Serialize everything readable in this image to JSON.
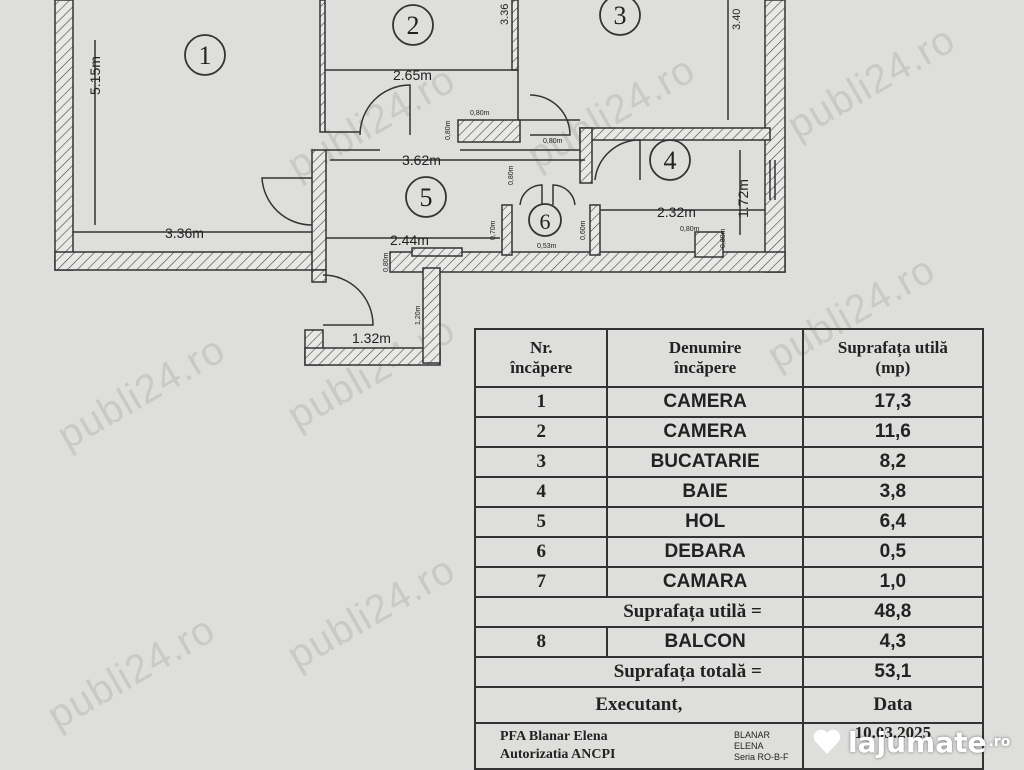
{
  "watermark": "publi24.ro",
  "rooms": [
    {
      "num": "1"
    },
    {
      "num": "2"
    },
    {
      "num": "3"
    },
    {
      "num": "4"
    },
    {
      "num": "5"
    },
    {
      "num": "6"
    }
  ],
  "dimensions": {
    "d515": "5.15m",
    "d336t": "3.36",
    "d340": "3.40",
    "d265": "2.65m",
    "d362": "3.62m",
    "d336": "3.36m",
    "d244": "2.44m",
    "d232": "2.32m",
    "d172": "1.72m",
    "d132": "1.32m",
    "d080a": "0,80m",
    "d080b": "0,80m",
    "d080c": "0,80m",
    "d080d": "0,80m",
    "d070": "0,70m",
    "d060": "0,60m",
    "d120": "1,20m",
    "d080e": "0,80m",
    "d080f": "0,80m",
    "d053": "0,53m",
    "d080g": "0,80m"
  },
  "table": {
    "headers": {
      "nr_1": "Nr.",
      "nr_2": "încăpere",
      "den_1": "Denumire",
      "den_2": "încăpere",
      "sup_1": "Suprafața utilă",
      "sup_2": "(mp)"
    },
    "rows": [
      {
        "nr": "1",
        "name": "CAMERA",
        "area": "17,3"
      },
      {
        "nr": "2",
        "name": "CAMERA",
        "area": "11,6"
      },
      {
        "nr": "3",
        "name": "BUCATARIE",
        "area": "8,2"
      },
      {
        "nr": "4",
        "name": "BAIE",
        "area": "3,8"
      },
      {
        "nr": "5",
        "name": "HOL",
        "area": "6,4"
      },
      {
        "nr": "6",
        "name": "DEBARA",
        "area": "0,5"
      },
      {
        "nr": "7",
        "name": "CAMARA",
        "area": "1,0"
      }
    ],
    "useful_label": "Suprafața utilă =",
    "useful_value": "48,8",
    "balcony": {
      "nr": "8",
      "name": "BALCON",
      "area": "4,3"
    },
    "total_label": "Suprafața totală =",
    "total_value": "53,1",
    "executant_label": "Executant,",
    "date_label": "Data",
    "executant_1": "PFA Blanar Elena",
    "executant_2": "Autorizatia ANCPI",
    "stamp_1": "BLANAR",
    "stamp_2": "ELENA",
    "stamp_3": "Seria RO-B-F",
    "date_value": "10.03.2025"
  },
  "logo": {
    "name": "lajumate",
    "suffix": ".ro"
  }
}
